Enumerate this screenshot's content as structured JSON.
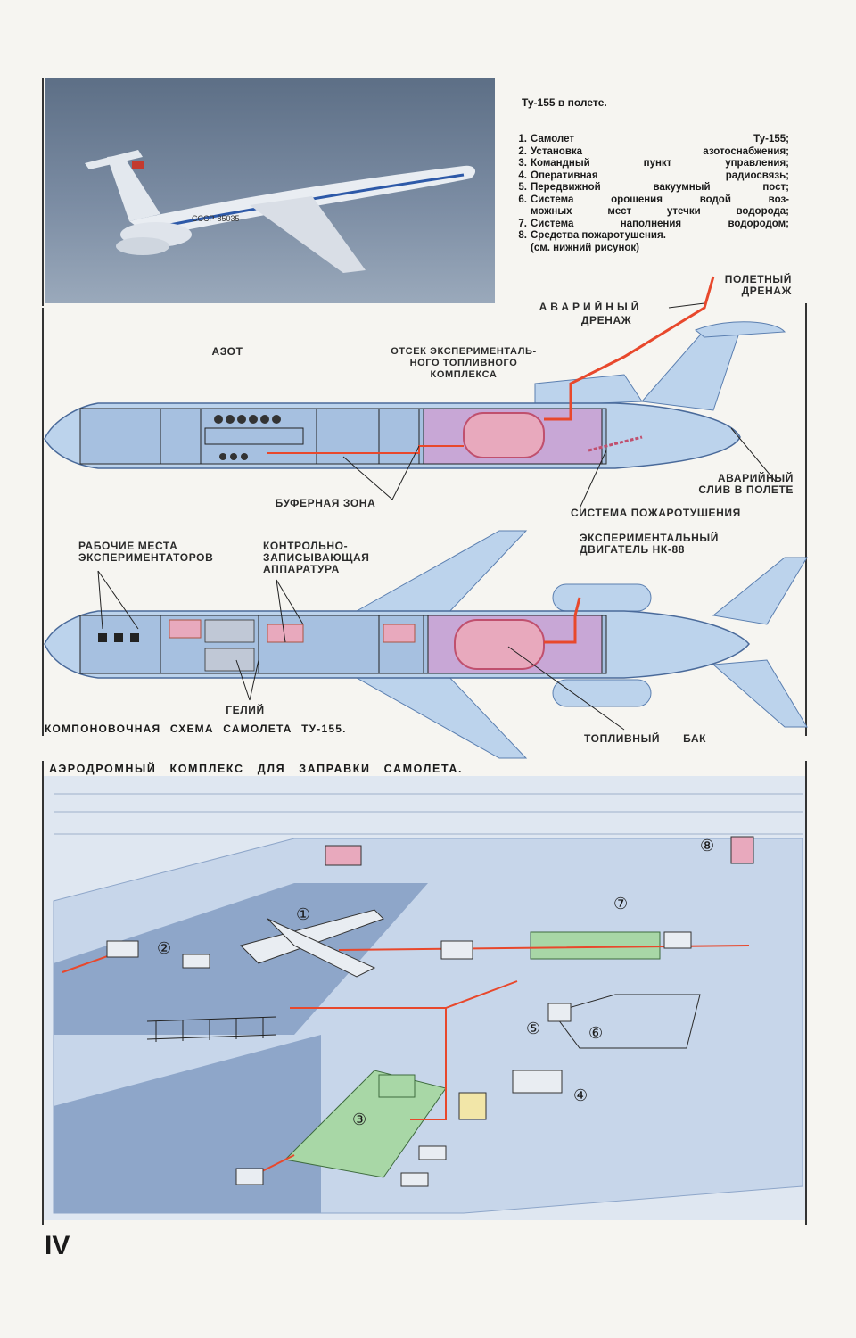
{
  "photo": {
    "caption": "Ту-155 в полете.",
    "registration": "СССР-85035"
  },
  "legend": {
    "items": [
      {
        "num": "1.",
        "text": "Самолет Ту-155;"
      },
      {
        "num": "2.",
        "text": "Установка азотоснабжения;"
      },
      {
        "num": "3.",
        "text": "Командный пункт управления;"
      },
      {
        "num": "4.",
        "text": "Оперативная радиосвязь;"
      },
      {
        "num": "5.",
        "text": "Передвижной вакуумный пост;"
      },
      {
        "num": "6.",
        "text": "Система орошения водой воз-"
      },
      {
        "num": "",
        "text": "можных мест утечки водорода;"
      },
      {
        "num": "7.",
        "text": "Система наполнения водородом;"
      },
      {
        "num": "8.",
        "text": "Средства пожаротушения."
      }
    ],
    "note": "(см. нижний рисунок)"
  },
  "side_view": {
    "labels": {
      "flight_drain": "ПОЛЕТНЫЙ\nДРЕНАЖ",
      "emergency_drain": "АВАРИЙНЫЙ",
      "emergency_drain_2": "ДРЕНАЖ",
      "nitrogen": "АЗОТ",
      "compartment": "ОТСЕК ЭКСПЕРИМЕНТАЛЬ-\nНОГО ТОПЛИВНОГО\nКОМПЛЕКСА",
      "buffer_zone": "БУФЕРНАЯ ЗОНА",
      "emergency_dump": "АВАРИЙНЫЙ\nСЛИВ В ПОЛЕТЕ",
      "fire_system": "СИСТЕМА ПОЖАРОТУШЕНИЯ"
    }
  },
  "top_view": {
    "labels": {
      "workstations": "РАБОЧИЕ МЕСТА\nЭКСПЕРИМЕНТАТОРОВ",
      "recording": "КОНТРОЛЬНО-\nЗАПИСЫВАЮЩАЯ\nАППАРАТУРА",
      "engine": "ЭКСПЕРИМЕНТАЛЬНЫЙ\nДВИГАТЕЛЬ НК-88",
      "helium": "ГЕЛИЙ",
      "fuel_tank": "ТОПЛИВНЫЙ БАК"
    },
    "title": "КОМПОНОВОЧНАЯ СХЕМА САМОЛЕТА ТУ-155."
  },
  "airfield": {
    "title": "АЭРОДРОМНЫЙ КОМПЛЕКС ДЛЯ ЗАПРАВКИ САМОЛЕТА.",
    "markers": [
      "①",
      "②",
      "③",
      "④",
      "⑤",
      "⑥",
      "⑦",
      "⑧"
    ]
  },
  "page_number": "IV",
  "colors": {
    "fuselage": "#bcd3ec",
    "tank": "#e8a9bd",
    "pipe": "#e8482c",
    "ground": "#a9bfdc",
    "grass": "#8ea6c9"
  }
}
